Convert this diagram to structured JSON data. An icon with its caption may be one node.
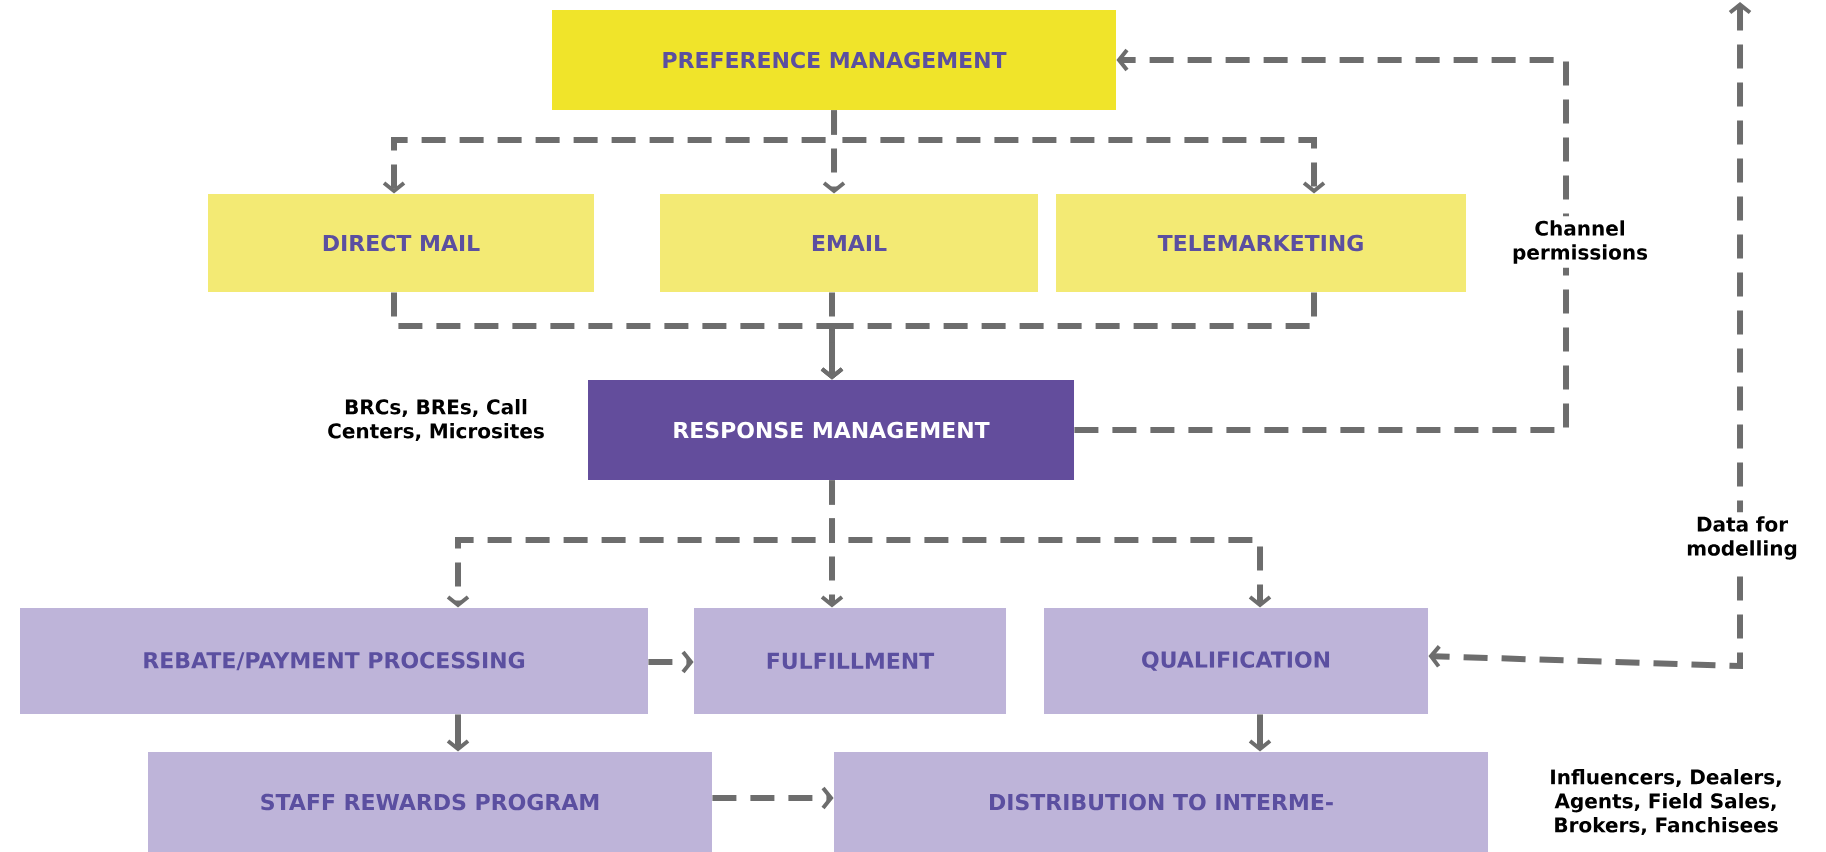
{
  "diagram": {
    "nodes": [
      {
        "text": [
          "PREFERENCE MANAGEMENT"
        ]
      },
      {
        "text": [
          "DIRECT MAIL"
        ]
      },
      {
        "text": [
          "EMAIL"
        ]
      },
      {
        "text": [
          "TELEMARKETING"
        ]
      },
      {
        "text": [
          "RESPONSE MANAGEMENT"
        ],
        "beside": [
          "BRCs, BREs, Call Centers, Microsites"
        ]
      },
      {
        "text": [
          "REBATE/PAYMENT PROCESSING"
        ]
      },
      {
        "text": [
          "FULFILLMENT"
        ]
      },
      {
        "text": [
          "QUALIFICATION"
        ]
      },
      {
        "text": [
          "STAFF REWARDS PROGRAM"
        ]
      },
      {
        "text": [
          "DISTRIBUTION TO INTERME-"
        ],
        "beside": [
          "Influencers, Dealers, Agents, Field Sales, Brokers, Fanchisees"
        ]
      }
    ],
    "edges": [
      {
        "from": 0,
        "to": 1,
        "arrow": "to",
        "style": "dashed"
      },
      {
        "from": 0,
        "to": 2,
        "arrow": "to",
        "style": "dashed"
      },
      {
        "from": 0,
        "to": 3,
        "arrow": "to",
        "style": "dashed"
      },
      {
        "from": 1,
        "to": 4,
        "arrow": "to",
        "style": "dashed"
      },
      {
        "from": 2,
        "to": 4,
        "arrow": "to",
        "style": "dashed"
      },
      {
        "from": 3,
        "to": 4,
        "arrow": "to",
        "style": "dashed"
      },
      {
        "from": 4,
        "to": 0,
        "arrow": "to",
        "style": "dashed",
        "label": "Channel permissions"
      },
      {
        "from": 4,
        "to": 5,
        "arrow": "to",
        "style": "dashed"
      },
      {
        "from": 4,
        "to": 6,
        "arrow": "to",
        "style": "dashed"
      },
      {
        "from": 4,
        "to": 7,
        "arrow": "to",
        "style": "dashed"
      },
      {
        "from": 5,
        "to": 6,
        "arrow": "to",
        "style": "dashed"
      },
      {
        "from": 5,
        "to": 8,
        "arrow": "to"
      },
      {
        "from": 7,
        "to": 9,
        "arrow": "to"
      },
      {
        "from": 8,
        "to": 9,
        "arrow": "to",
        "style": "dashed"
      },
      {
        "from": null,
        "to": 7,
        "arrow": "both",
        "style": "dashed",
        "label": "Data for modelling"
      }
    ]
  }
}
